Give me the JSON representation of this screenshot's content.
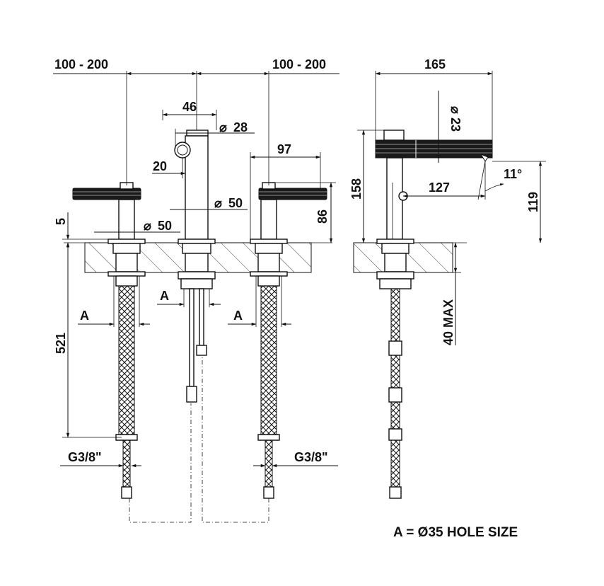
{
  "front_view": {
    "dim_left_spacing": "100 - 200",
    "dim_right_spacing": "100 - 200",
    "dim_spout_width": "46",
    "dim_spout_dia": "28",
    "dim_aerator_offset": "20",
    "dim_spout_base_dia": "50",
    "dim_handle_base_dia": "50",
    "dim_handle_width": "97",
    "dim_handle_height": "86",
    "dim_base_thickness": "5",
    "dim_hose_length": "521",
    "hole_label_left": "A",
    "hole_label_center": "A",
    "hole_label_right": "A",
    "connection_left": "G3/8\"",
    "connection_right": "G3/8\""
  },
  "side_view": {
    "dim_projection": "165",
    "dim_outlet_dia": "23",
    "dim_total_height": "158",
    "dim_outlet_reach": "127",
    "dim_outlet_angle": "11°",
    "dim_outlet_height": "119",
    "dim_deck_thickness": "40 MAX"
  },
  "legend": {
    "note": "A = Ø35 HOLE SIZE"
  }
}
